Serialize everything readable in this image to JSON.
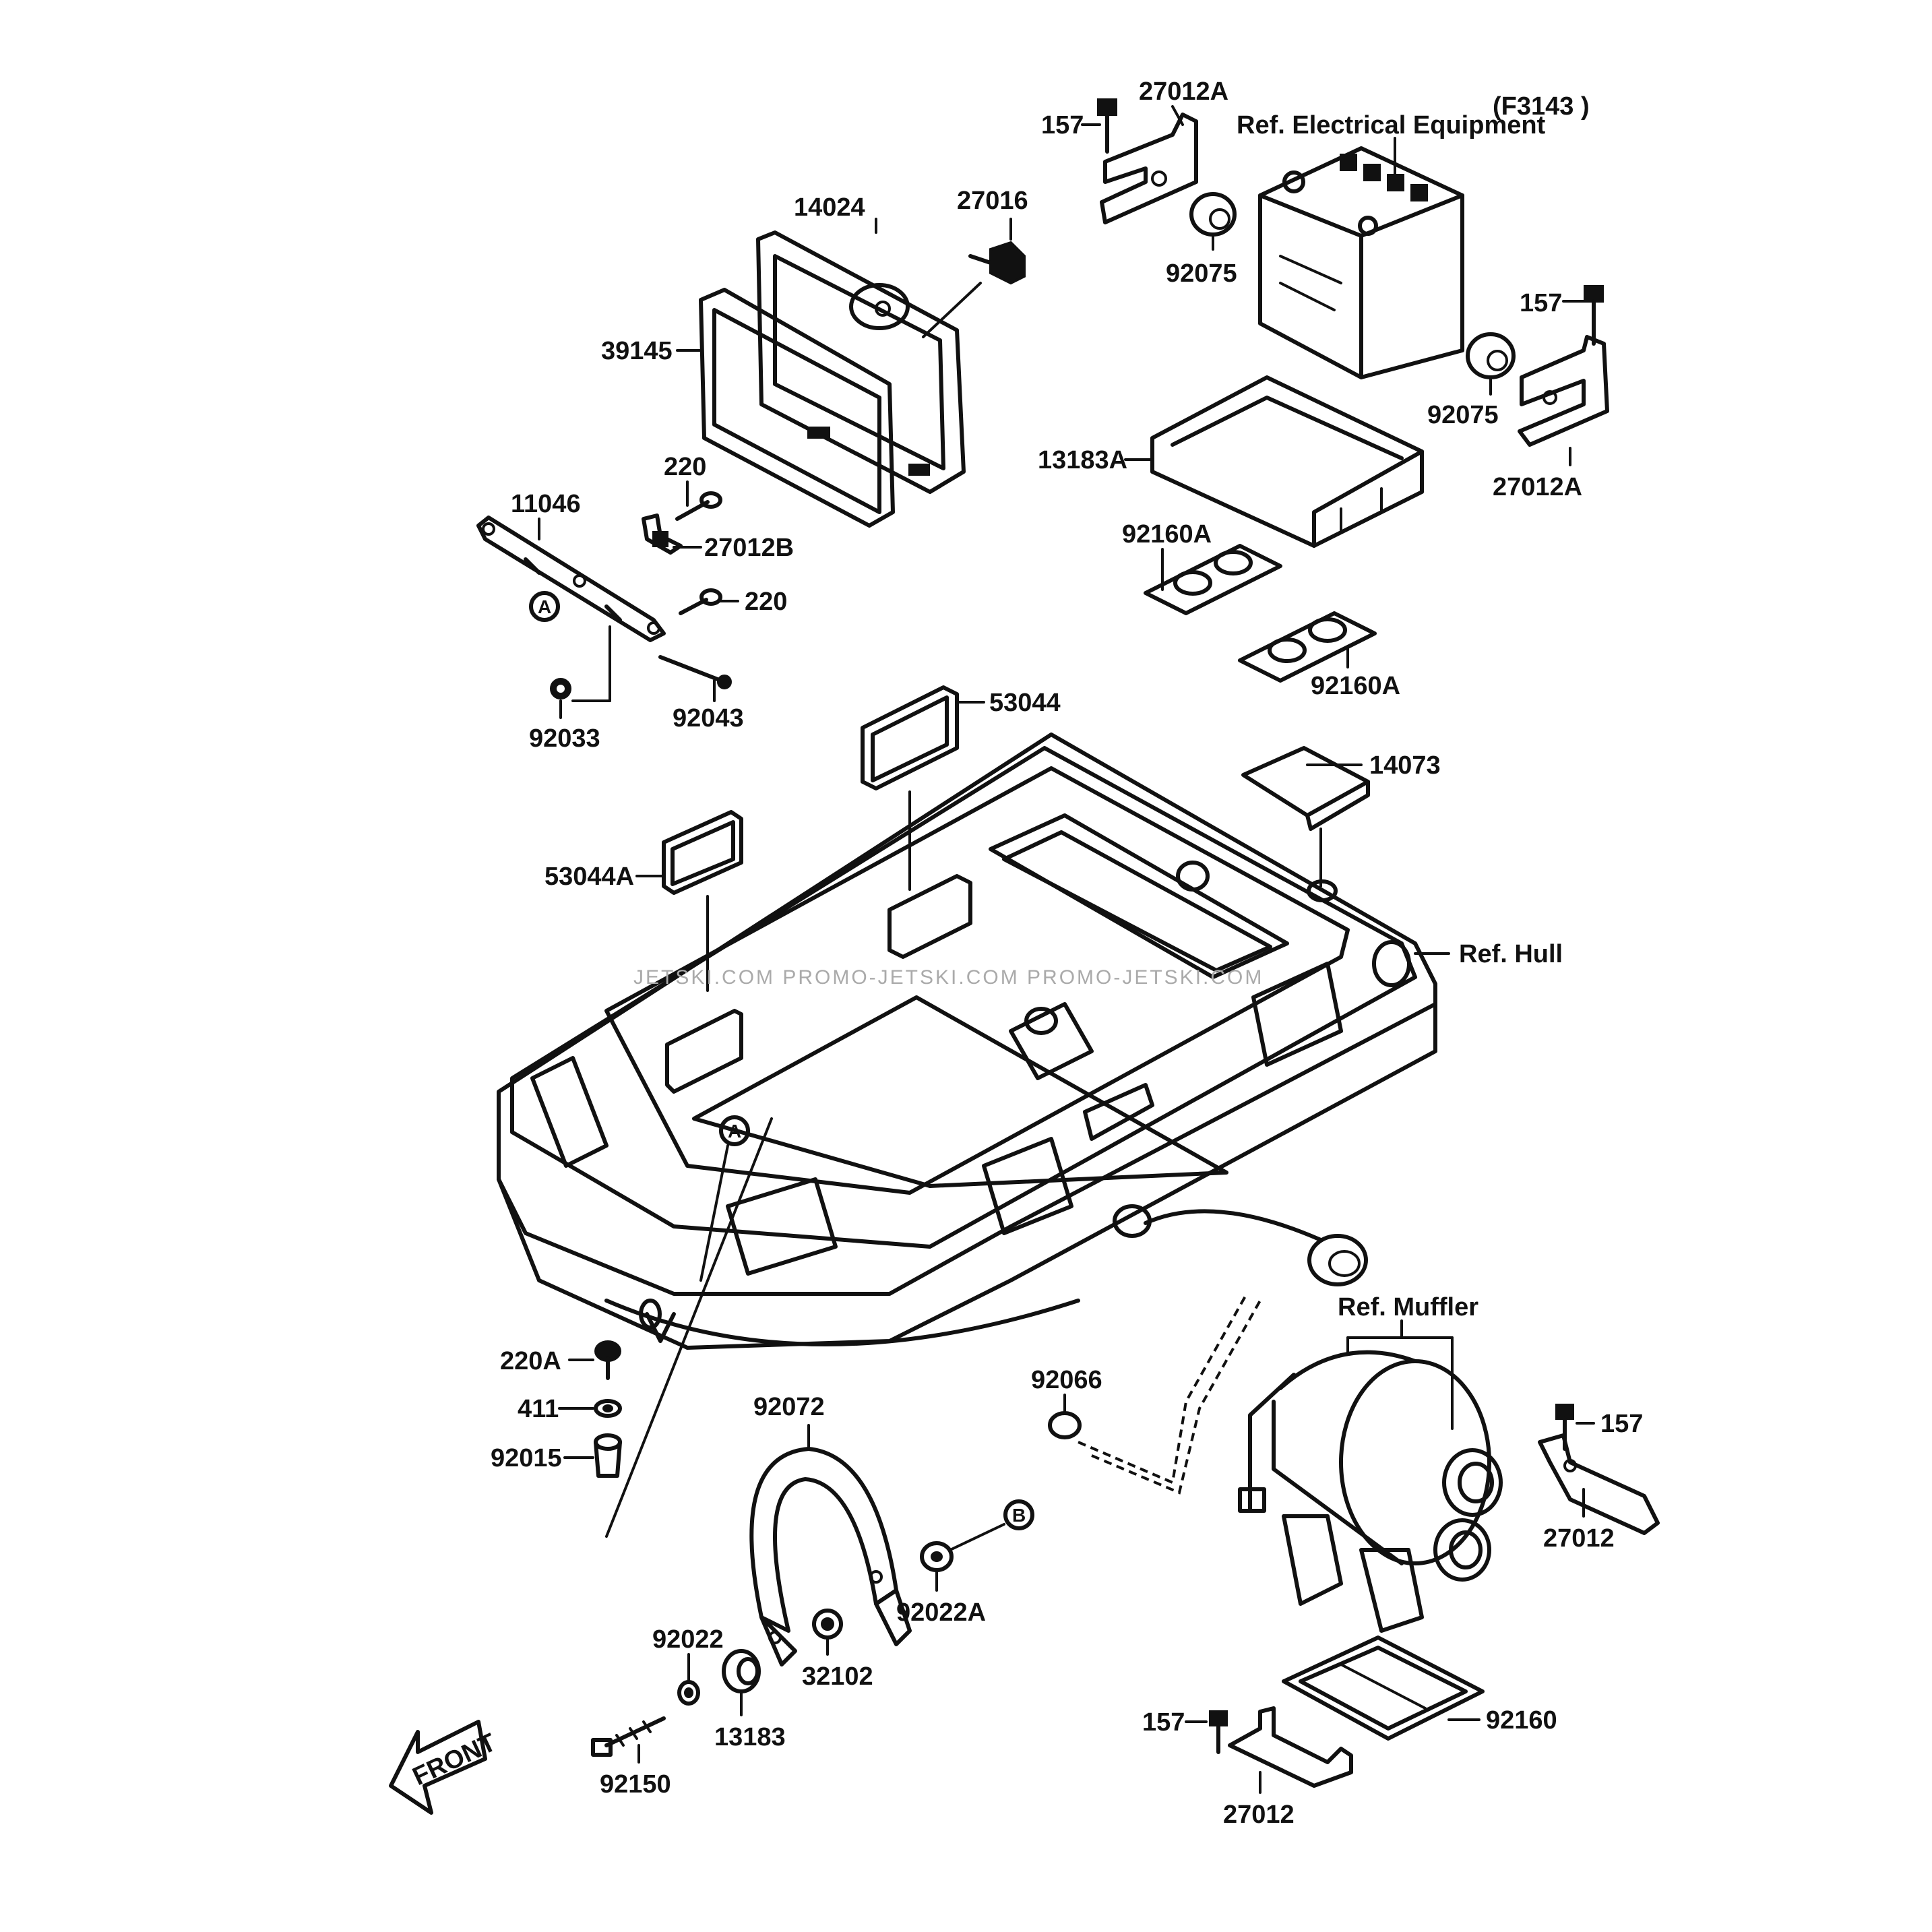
{
  "figure_code": "(F3143 )",
  "labels": {
    "l157a": "157",
    "l27012a_top": "27012A",
    "l_ref_elec": "Ref. Electrical Equipment",
    "l14024": "14024",
    "l27016": "27016",
    "l92075a": "92075",
    "l157b": "157",
    "l39145": "39145",
    "l92075b": "92075",
    "l27012a_r": "27012A",
    "l13183a": "13183A",
    "l220a": "220",
    "l11046": "11046",
    "l27012b": "27012B",
    "l220b": "220",
    "l92160a_1": "92160A",
    "l92160a_2": "92160A",
    "l92043": "92043",
    "l92033": "92033",
    "l53044": "53044",
    "l14073": "14073",
    "l53044a": "53044A",
    "l_ref_hull": "Ref. Hull",
    "l_ref_muffler": "Ref. Muffler",
    "l220A": "220A",
    "l411": "411",
    "l92066": "92066",
    "l92072": "92072",
    "l92015": "92015",
    "l157c": "157",
    "l27012_r": "27012",
    "l92022a": "92022A",
    "l92022": "92022",
    "l32102": "32102",
    "l13183": "13183",
    "l157d": "157",
    "l92160": "92160",
    "l92150": "92150",
    "l27012_b": "27012",
    "front": "FRONT"
  },
  "callouts": {
    "a": "A",
    "b": "B"
  },
  "watermark": "JETSKI.COM  PROMO-JETSKI.COM  PROMO-JETSKI.COM"
}
